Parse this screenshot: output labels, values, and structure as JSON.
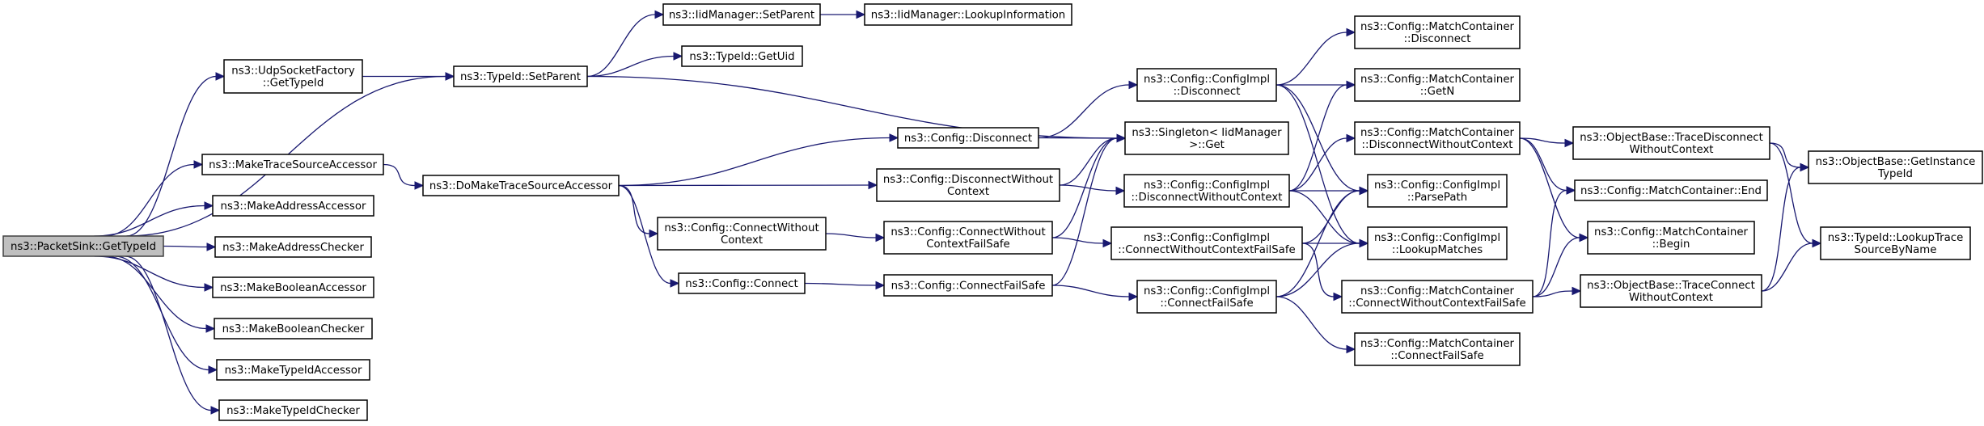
{
  "title": "Call graph of ns3::PacketSink::GetTypeId",
  "colors": {
    "edge": "#191970",
    "root_fill": "#bfbfbf",
    "node_fill": "#ffffff",
    "root_border": "#404040"
  },
  "nodes": {
    "root": {
      "label": [
        "ns3::PacketSink::GetTypeId"
      ]
    },
    "udp": {
      "label": [
        "ns3::UdpSocketFactory",
        "::GetTypeId"
      ]
    },
    "tid_setparent": {
      "label": [
        "ns3::TypeId::SetParent"
      ]
    },
    "iid_setparent": {
      "label": [
        "ns3::IidManager::SetParent"
      ]
    },
    "iid_lookup": {
      "label": [
        "ns3::IidManager::LookupInformation"
      ]
    },
    "tid_getuid": {
      "label": [
        "ns3::TypeId::GetUid"
      ]
    },
    "mk_trace": {
      "label": [
        "ns3::MakeTraceSourceAccessor"
      ]
    },
    "mk_addr_acc": {
      "label": [
        "ns3::MakeAddressAccessor"
      ]
    },
    "mk_addr_chk": {
      "label": [
        "ns3::MakeAddressChecker"
      ]
    },
    "mk_bool_acc": {
      "label": [
        "ns3::MakeBooleanAccessor"
      ]
    },
    "mk_bool_chk": {
      "label": [
        "ns3::MakeBooleanChecker"
      ]
    },
    "mk_tid_acc": {
      "label": [
        "ns3::MakeTypeIdAccessor"
      ]
    },
    "mk_tid_chk": {
      "label": [
        "ns3::MakeTypeIdChecker"
      ]
    },
    "domake": {
      "label": [
        "ns3::DoMakeTraceSourceAccessor"
      ]
    },
    "cfg_disc": {
      "label": [
        "ns3::Config::Disconnect"
      ]
    },
    "cfg_discwoc": {
      "label": [
        "ns3::Config::DisconnectWithout",
        "Context"
      ]
    },
    "cfg_connwoc": {
      "label": [
        "ns3::Config::ConnectWithout",
        "Context"
      ]
    },
    "cfg_conn": {
      "label": [
        "ns3::Config::Connect"
      ]
    },
    "cfg_connwocfs": {
      "label": [
        "ns3::Config::ConnectWithout",
        "ContextFailSafe"
      ]
    },
    "cfg_connfs": {
      "label": [
        "ns3::Config::ConnectFailSafe"
      ]
    },
    "singleton": {
      "label": [
        "ns3::Singleton< IidManager",
        ">::Get"
      ]
    },
    "ci_disc": {
      "label": [
        "ns3::Config::ConfigImpl",
        "::Disconnect"
      ]
    },
    "ci_discwoc": {
      "label": [
        "ns3::Config::ConfigImpl",
        "::DisconnectWithoutContext"
      ]
    },
    "ci_connwocfs": {
      "label": [
        "ns3::Config::ConfigImpl",
        "::ConnectWithoutContextFailSafe"
      ]
    },
    "ci_connfs": {
      "label": [
        "ns3::Config::ConfigImpl",
        "::ConnectFailSafe"
      ]
    },
    "mc_disc": {
      "label": [
        "ns3::Config::MatchContainer",
        "::Disconnect"
      ]
    },
    "mc_getn": {
      "label": [
        "ns3::Config::MatchContainer",
        "::GetN"
      ]
    },
    "mc_discwoc": {
      "label": [
        "ns3::Config::MatchContainer",
        "::DisconnectWithoutContext"
      ]
    },
    "ci_parse": {
      "label": [
        "ns3::Config::ConfigImpl",
        "::ParsePath"
      ]
    },
    "ci_lookup": {
      "label": [
        "ns3::Config::ConfigImpl",
        "::LookupMatches"
      ]
    },
    "mc_connwocfs": {
      "label": [
        "ns3::Config::MatchContainer",
        "::ConnectWithoutContextFailSafe"
      ]
    },
    "mc_connfs": {
      "label": [
        "ns3::Config::MatchContainer",
        "::ConnectFailSafe"
      ]
    },
    "ob_tdwoc": {
      "label": [
        "ns3::ObjectBase::TraceDisconnect",
        "WithoutContext"
      ]
    },
    "mc_end": {
      "label": [
        "ns3::Config::MatchContainer::End"
      ]
    },
    "mc_begin": {
      "label": [
        "ns3::Config::MatchContainer",
        "::Begin"
      ]
    },
    "ob_tcwoc": {
      "label": [
        "ns3::ObjectBase::TraceConnect",
        "WithoutContext"
      ]
    },
    "ob_getinst": {
      "label": [
        "ns3::ObjectBase::GetInstance",
        "TypeId"
      ]
    },
    "tid_lookuptrace": {
      "label": [
        "ns3::TypeId::LookupTrace",
        "SourceByName"
      ]
    }
  },
  "edges": [
    [
      "root",
      "udp"
    ],
    [
      "root",
      "tid_setparent"
    ],
    [
      "root",
      "mk_trace"
    ],
    [
      "root",
      "mk_addr_acc"
    ],
    [
      "root",
      "mk_addr_chk"
    ],
    [
      "root",
      "mk_bool_acc"
    ],
    [
      "root",
      "mk_bool_chk"
    ],
    [
      "root",
      "mk_tid_acc"
    ],
    [
      "root",
      "mk_tid_chk"
    ],
    [
      "udp",
      "tid_setparent"
    ],
    [
      "tid_setparent",
      "iid_setparent"
    ],
    [
      "tid_setparent",
      "tid_getuid"
    ],
    [
      "tid_setparent",
      "singleton"
    ],
    [
      "iid_setparent",
      "iid_lookup"
    ],
    [
      "mk_trace",
      "domake"
    ],
    [
      "domake",
      "cfg_disc"
    ],
    [
      "domake",
      "cfg_discwoc"
    ],
    [
      "domake",
      "cfg_connwoc"
    ],
    [
      "domake",
      "cfg_conn"
    ],
    [
      "cfg_disc",
      "ci_disc"
    ],
    [
      "cfg_disc",
      "singleton"
    ],
    [
      "cfg_discwoc",
      "singleton"
    ],
    [
      "cfg_discwoc",
      "ci_discwoc"
    ],
    [
      "cfg_connwoc",
      "cfg_connwocfs"
    ],
    [
      "cfg_conn",
      "cfg_connfs"
    ],
    [
      "cfg_connwocfs",
      "singleton"
    ],
    [
      "cfg_connwocfs",
      "ci_connwocfs"
    ],
    [
      "cfg_connfs",
      "singleton"
    ],
    [
      "cfg_connfs",
      "ci_connfs"
    ],
    [
      "ci_disc",
      "mc_disc"
    ],
    [
      "ci_disc",
      "mc_getn"
    ],
    [
      "ci_disc",
      "ci_parse"
    ],
    [
      "ci_disc",
      "ci_lookup"
    ],
    [
      "ci_discwoc",
      "mc_getn"
    ],
    [
      "ci_discwoc",
      "mc_discwoc"
    ],
    [
      "ci_discwoc",
      "ci_parse"
    ],
    [
      "ci_discwoc",
      "ci_lookup"
    ],
    [
      "ci_connwocfs",
      "ci_parse"
    ],
    [
      "ci_connwocfs",
      "ci_lookup"
    ],
    [
      "ci_connwocfs",
      "mc_connwocfs"
    ],
    [
      "ci_connfs",
      "ci_parse"
    ],
    [
      "ci_connfs",
      "ci_lookup"
    ],
    [
      "ci_connfs",
      "mc_connfs"
    ],
    [
      "mc_discwoc",
      "ob_tdwoc"
    ],
    [
      "mc_discwoc",
      "mc_end"
    ],
    [
      "mc_discwoc",
      "mc_begin"
    ],
    [
      "mc_connwocfs",
      "mc_end"
    ],
    [
      "mc_connwocfs",
      "mc_begin"
    ],
    [
      "mc_connwocfs",
      "ob_tcwoc"
    ],
    [
      "ob_tdwoc",
      "ob_getinst"
    ],
    [
      "ob_tdwoc",
      "tid_lookuptrace"
    ],
    [
      "ob_tcwoc",
      "ob_getinst"
    ],
    [
      "ob_tcwoc",
      "tid_lookuptrace"
    ]
  ]
}
